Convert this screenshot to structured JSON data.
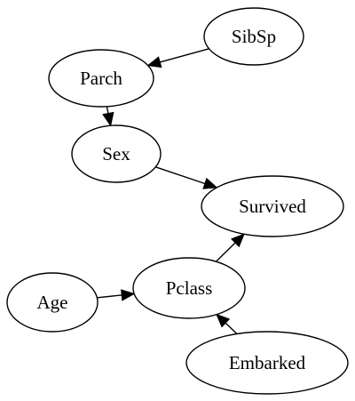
{
  "diagram": {
    "nodes": [
      {
        "id": "sibsp",
        "label": "SibSp"
      },
      {
        "id": "parch",
        "label": "Parch"
      },
      {
        "id": "sex",
        "label": "Sex"
      },
      {
        "id": "survived",
        "label": "Survived"
      },
      {
        "id": "age",
        "label": "Age"
      },
      {
        "id": "pclass",
        "label": "Pclass"
      },
      {
        "id": "embarked",
        "label": "Embarked"
      }
    ],
    "edges": [
      {
        "from": "sibsp",
        "to": "parch"
      },
      {
        "from": "parch",
        "to": "sex"
      },
      {
        "from": "sex",
        "to": "survived"
      },
      {
        "from": "pclass",
        "to": "survived"
      },
      {
        "from": "age",
        "to": "pclass"
      },
      {
        "from": "embarked",
        "to": "pclass"
      }
    ],
    "colors": {
      "stroke": "#000000",
      "fill": "#ffffff",
      "text": "#000000"
    }
  }
}
